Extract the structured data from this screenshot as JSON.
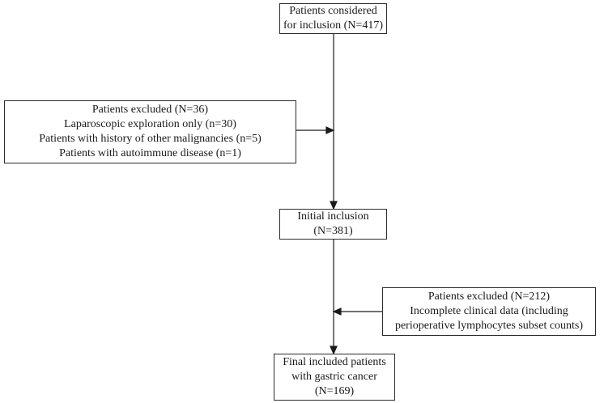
{
  "flowchart": {
    "considered": {
      "line1": "Patients considered",
      "line2": "for inclusion (N=417)"
    },
    "excluded_first": {
      "line1": "Patients excluded (N=36)",
      "line2": "Laparoscopic exploration only (n=30)",
      "line3": "Patients with history of other malignancies (n=5)",
      "line4": "Patients with autoimmune disease (n=1)"
    },
    "initial_inclusion": {
      "line1": "Initial inclusion",
      "line2": "(N=381)"
    },
    "excluded_second": {
      "line1": "Patients excluded (N=212)",
      "line2": "Incomplete clinical data (including",
      "line3": "perioperative lymphocytes subset counts)"
    },
    "final_included": {
      "line1": "Final included patients",
      "line2": "with gastric cancer",
      "line3": "(N=169)"
    },
    "colors": {
      "box_border": "#2b2b2b",
      "text": "#1a1a1a",
      "arrow": "#1a1a1a",
      "background": "#ffffff"
    }
  }
}
